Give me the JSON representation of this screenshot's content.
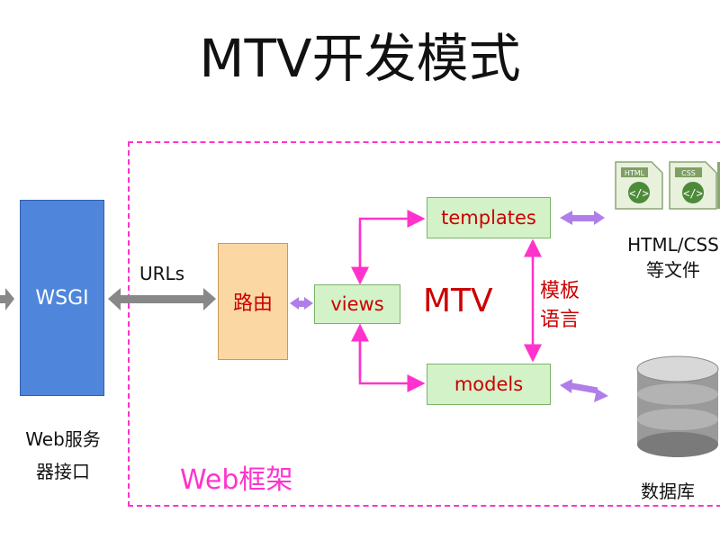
{
  "title": "MTV开发模式",
  "nodes": {
    "wsgi": "WSGI",
    "router": "路由",
    "views": "views",
    "templates": "templates",
    "models": "models"
  },
  "labels": {
    "urls": "URLs",
    "mtv": "MTV",
    "template_language": [
      "模板",
      "语言"
    ],
    "web_framework": "Web框架",
    "wsgi_desc": [
      "Web服务",
      "器接口"
    ],
    "html_files": [
      "HTML/CSS",
      "等文件"
    ],
    "database": "数据库"
  },
  "icons": {
    "file1": "HTML",
    "file2": "CSS",
    "code_glyph": "</>"
  },
  "colors": {
    "wsgi_fill": "#4f86dc",
    "router_fill": "#fbd7a3",
    "mvt_node_fill": "#d3f2c8",
    "node_text": "#cc0000",
    "framework_border": "#ff33cc",
    "gray_arrow": "#888888",
    "purple_arrow": "#b07ee8",
    "magenta_arrow": "#ff33cc"
  }
}
